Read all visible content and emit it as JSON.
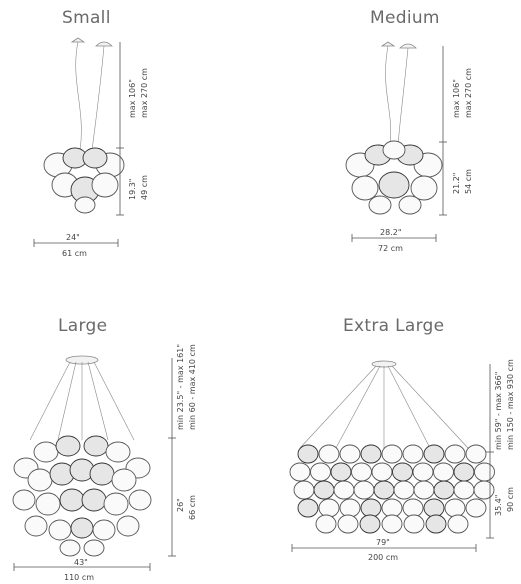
{
  "sizes": {
    "small": {
      "title": "Small",
      "height_in": "max 106\"",
      "height_cm": "max 270 cm",
      "body_in": "19.3\"",
      "body_cm": "49 cm",
      "width_in": "24\"",
      "width_cm": "61 cm"
    },
    "medium": {
      "title": "Medium",
      "height_in": "max 106\"",
      "height_cm": "max 270 cm",
      "body_in": "21.2\"",
      "body_cm": "54 cm",
      "width_in": "28.2\"",
      "width_cm": "72 cm"
    },
    "large": {
      "title": "Large",
      "height_in": "min 23.5\" - max 161\"",
      "height_cm": "min 60 - max 410 cm",
      "body_in": "26\"",
      "body_cm": "66 cm",
      "width_in": "43\"",
      "width_cm": "110 cm"
    },
    "xlarge": {
      "title": "Extra Large",
      "height_in": "min 59\" - max 366\"",
      "height_cm": "min 150 - max 930 cm",
      "body_in": "35.4\"",
      "body_cm": "90 cm",
      "width_in": "79\"",
      "width_cm": "200 cm"
    }
  }
}
